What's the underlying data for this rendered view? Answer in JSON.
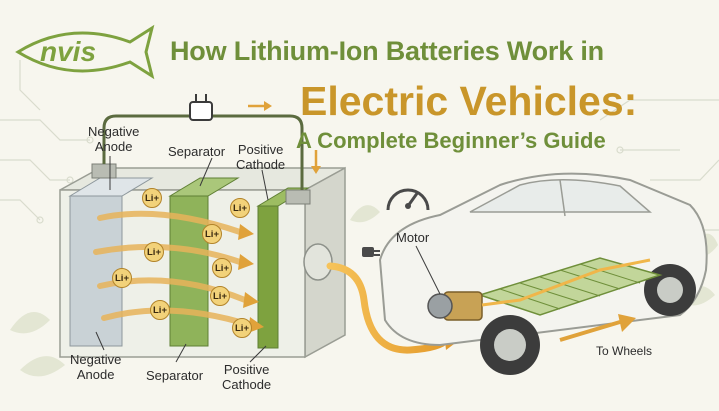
{
  "logo": {
    "text": "nvis",
    "color": "#7ea23f"
  },
  "title": {
    "line1": "How Lithium-Ion Batteries Work in",
    "line2": "Electric Vehicles:",
    "line3": "A Complete Beginner’s Guide"
  },
  "labels": {
    "negative_anode_top": [
      "Negative",
      "Anode"
    ],
    "separator_top": "Separator",
    "positive_cathode_top": [
      "Positive",
      "Cathode"
    ],
    "negative_anode_bottom": [
      "Negative",
      "Anode"
    ],
    "separator_bottom": "Separator",
    "positive_cathode_bottom": [
      "Positive",
      "Cathode"
    ],
    "motor": "Motor",
    "to_wheels": "To Wheels"
  },
  "ion_label": "Li+",
  "ion_count": 9,
  "colors": {
    "green": "#6f8f3a",
    "gold": "#c9962a",
    "ion": "#f2d27a",
    "arrow": "#e0a23a"
  }
}
